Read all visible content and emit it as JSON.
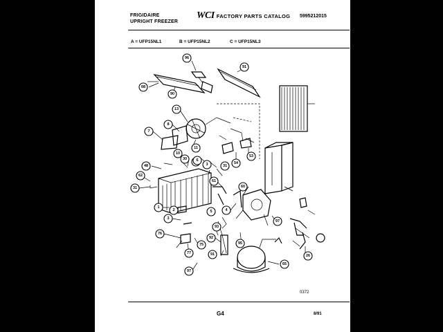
{
  "header": {
    "brand": "FRIGIDAIRE",
    "product": "UPRIGHT FREEZER",
    "logo_mark": "WCI",
    "catalog_title": "FACTORY PARTS CATALOG",
    "catalog_number": "5995212015"
  },
  "models": [
    {
      "label": "A = UFP15NL1"
    },
    {
      "label": "B = UFP15NL2"
    },
    {
      "label": "C = UFP15NL3"
    }
  ],
  "callouts": [
    "96",
    "91",
    "68",
    "90",
    "13",
    "8",
    "7",
    "10",
    "30",
    "11",
    "9",
    "6",
    "3",
    "31",
    "48",
    "62",
    "61",
    "31",
    "1",
    "2",
    "3",
    "76",
    "77",
    "75",
    "97",
    "93",
    "92",
    "91",
    "95",
    "65",
    "26",
    "60",
    "5",
    "4",
    "97",
    "54",
    "53"
  ],
  "footer": {
    "diagram_code": "0372",
    "page": "G4",
    "date": "8/91"
  }
}
